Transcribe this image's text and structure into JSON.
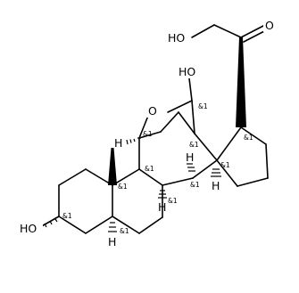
{
  "atom_labels": {
    "hydroxyl_side_chain": "HO",
    "ketone_oxygen": "O",
    "hydroxyl_c18": "HO",
    "ether_oxygen": "O",
    "hydroxyl_c3": "HO",
    "h_c11": "H",
    "h_c8": "H",
    "h_c9": "H",
    "h_c14": "H",
    "h_c5": "H"
  },
  "stereo_tag": "&1"
}
